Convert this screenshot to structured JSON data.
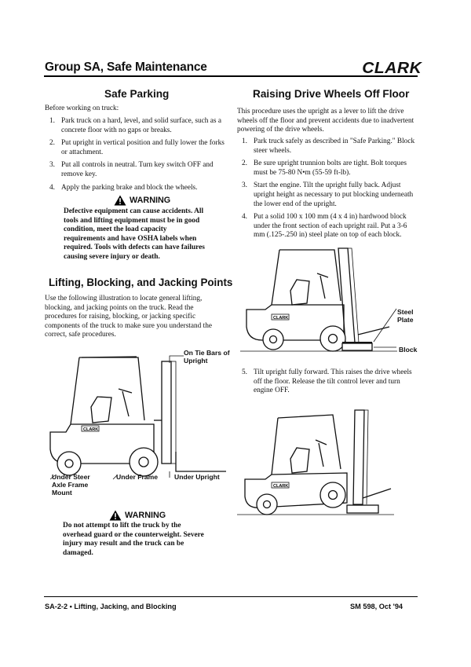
{
  "header": {
    "title": "Group SA, Safe Maintenance",
    "logo_text": "CLARK"
  },
  "safe_parking": {
    "heading": "Safe Parking",
    "intro": "Before working on truck:",
    "steps": [
      {
        "num": "1.",
        "text": "Park truck on a hard, level, and solid surface, such as a concrete floor with no gaps or breaks."
      },
      {
        "num": "2.",
        "text": "Put upright in vertical position and fully lower the forks or attachment."
      },
      {
        "num": "3.",
        "text": "Put all controls in neutral. Turn key switch OFF and remove key."
      },
      {
        "num": "4.",
        "text": "Apply the parking brake and block the wheels."
      }
    ],
    "warning_label": "WARNING",
    "warning_text": "Defective equipment can cause accidents. All tools and lifting equipment must be in good condition, meet the load capacity requirements and have OSHA labels when required. Tools with defects can have failures causing severe injury or death."
  },
  "lifting": {
    "heading": "Lifting, Blocking, and Jacking Points",
    "intro": "Use the following illustration to locate general lifting, blocking, and jacking points on the truck. Read the procedures for raising, blocking, or jacking specific components of the truck to make sure you understand the correct, safe procedures.",
    "figure": {
      "truck_label": "CLARK",
      "callout_tie_bars": "On Tie Bars of Upright",
      "callout_steer_axle": "Under Steer Axle Frame Mount",
      "callout_frame": "Under Frame",
      "callout_upright": "Under Upright"
    },
    "warning_label": "WARNING",
    "warning_text": "Do not attempt to lift the truck by the overhead guard or the counterweight. Severe injury may result and the truck can be damaged."
  },
  "raising": {
    "heading": "Raising Drive Wheels Off Floor",
    "intro": "This procedure uses the upright as a lever to lift the drive wheels off the floor and prevent accidents due to inadvertent powering of the drive wheels.",
    "steps": [
      {
        "num": "1.",
        "text": "Park truck safely as described in \"Safe Parking.\" Block steer wheels."
      },
      {
        "num": "2.",
        "text": "Be sure upright trunnion bolts are tight. Bolt torques must be 75-80 N•m (55-59 ft-lb)."
      },
      {
        "num": "3.",
        "text": "Start the engine. Tilt the upright fully back. Adjust upright height as necessary to put blocking underneath the lower end of the upright."
      },
      {
        "num": "4.",
        "text": "Put a solid 100 x 100 mm (4 x 4 in) hardwood block under the front section of each upright rail. Put a 3-6 mm (.125-.250 in) steel plate on top of each block."
      }
    ],
    "figure1": {
      "truck_label": "CLARK",
      "callout_steel_plate": "Steel Plate",
      "callout_block": "Block"
    },
    "step5": {
      "num": "5.",
      "text": "Tilt upright fully forward. This raises the drive wheels off the floor. Release the tilt control lever and turn engine OFF."
    },
    "figure2": {
      "truck_label": "CLARK"
    }
  },
  "footer": {
    "left": "SA-2-2 • Lifting, Jacking, and Blocking",
    "right": "SM 598, Oct '94"
  },
  "icons": [
    "warning-triangle-icon"
  ]
}
